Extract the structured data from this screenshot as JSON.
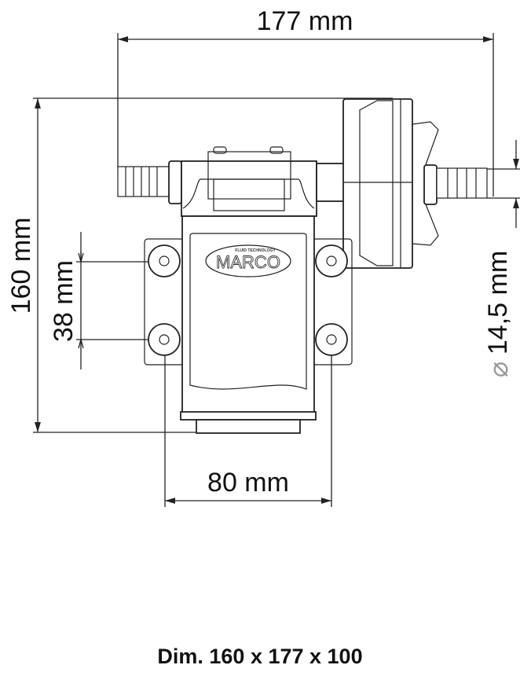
{
  "dimensions": {
    "width_label": "177 mm",
    "height_label": "160 mm",
    "hole_spacing_vertical_label": "38 mm",
    "hole_spacing_horizontal_label": "80 mm",
    "port_diameter_label": "14,5 mm",
    "diameter_symbol": "⌀"
  },
  "logo": {
    "brand": "MARCO",
    "tagline": "FLUID TECHNOLOGY"
  },
  "footer": {
    "overall_dimensions": "Dim. 160 x 177 x 100"
  }
}
